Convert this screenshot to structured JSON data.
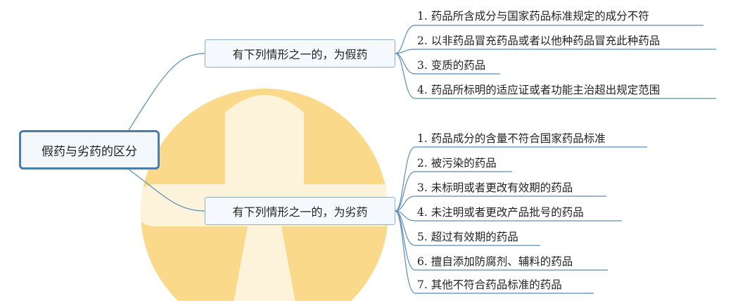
{
  "root": {
    "label": "假药与劣药的区分"
  },
  "branches": [
    {
      "label": "有下列情形之一的，为假药",
      "items": [
        "1. 药品所含成分与国家药品标准规定的成分不符",
        "2. 以非药品冒充药品或者以他种药品冒充此种药品",
        "3. 变质的药品",
        "4. 药品所标明的适应证或者功能主治超出规定范围"
      ]
    },
    {
      "label": "有下列情形之一的，为劣药",
      "items": [
        "1. 药品成分的含量不符合国家药品标准",
        "2. 被污染的药品",
        "3. 未标明或者更改有效期的药品",
        "4. 未注明或者更改产品批号的药品",
        "5. 超过有效期的药品",
        "6. 擅自添加防腐剂、辅料的药品",
        "7. 其他不符合药品标准的药品"
      ]
    }
  ],
  "colors": {
    "line": "#5b8db8",
    "root_border": "#4a7eaa",
    "watermark": "#f8c64a"
  }
}
